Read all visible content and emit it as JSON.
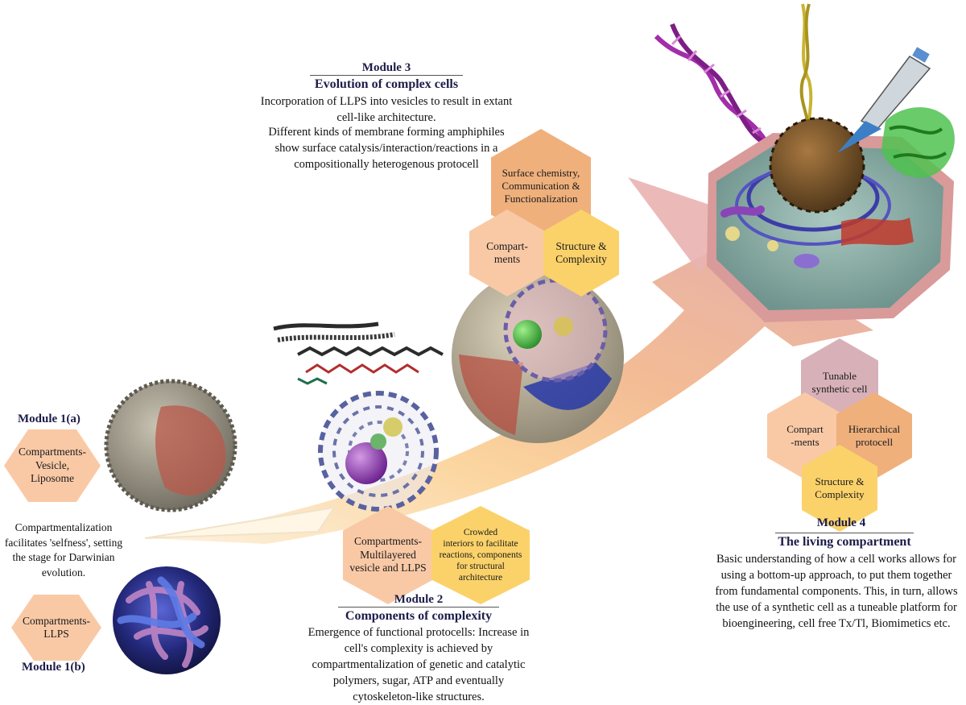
{
  "module1": {
    "heading_a": "Module 1(a)",
    "heading_b": "Module 1(b)",
    "hex_vesicle": "Compartments-\nVesicle,\nLiposome",
    "hex_llps": "Compartments-\nLLPS",
    "description": "Compartmentalization facilitates 'selfness', setting the stage for Darwinian evolution."
  },
  "module2": {
    "heading": "Module 2",
    "subheading": "Components of complexity",
    "hex_multilayer": "Compartments-\nMultilayered\nvesicle and LLPS",
    "hex_crowded": "Crowded\ninteriors to facilitate\nreactions, components\nfor structural\narchitecture",
    "description": "Emergence of functional protocells: Increase in cell's complexity is achieved by compartmentalization of genetic and catalytic polymers, sugar, ATP and eventually cytoskeleton-like structures."
  },
  "module3": {
    "heading": "Module 3",
    "subheading": "Evolution of complex cells",
    "description_1": "Incorporation of LLPS into vesicles to result in extant cell-like architecture.",
    "description_2": "Different kinds of membrane forming amphiphiles show surface catalysis/interaction/reactions in a compositionally heterogenous protocell",
    "hex_surface": "Surface chemistry,\nCommunication &\nFunctionalization",
    "hex_compartments": "Compart-\nments",
    "hex_structure": "Structure &\nComplexity"
  },
  "module4": {
    "heading": "Module 4",
    "subheading": "The living compartment",
    "description": "Basic understanding of how a cell works allows for using a bottom-up approach, to put them together from fundamental components. This, in turn, allows the use of a synthetic cell as a tuneable platform for bioengineering, cell free Tx/Tl, Biomimetics etc.",
    "hex_tunable": "Tunable\nsynthetic cell",
    "hex_compartments": "Compart\n-ments",
    "hex_hierarchical": "Hierarchical\nprotocell",
    "hex_structure": "Structure &\nComplexity"
  }
}
